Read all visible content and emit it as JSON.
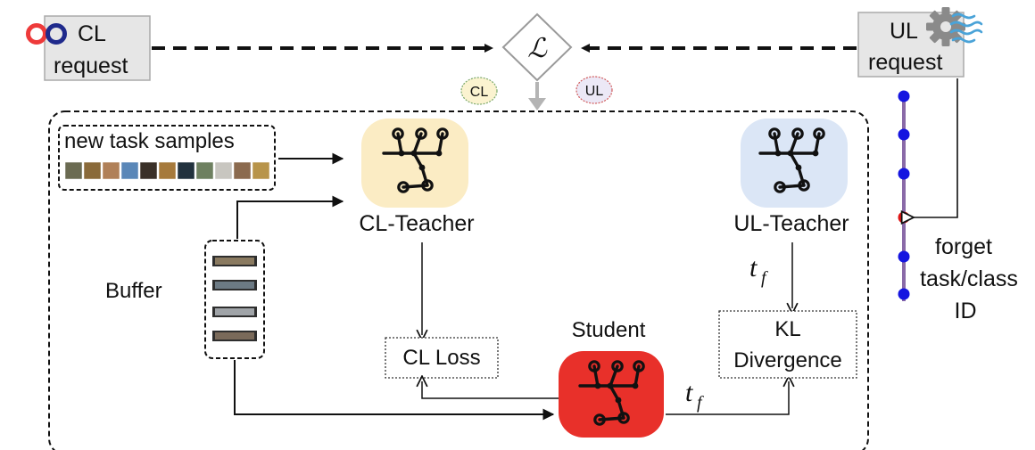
{
  "diagram": {
    "cl_request": {
      "line1": "CL",
      "line2": "request"
    },
    "ul_request": {
      "line1": "UL",
      "line2": "request"
    },
    "loss_symbol": "ℒ",
    "cl_badge": "CL",
    "ul_badge": "UL",
    "new_task_samples": "new task samples",
    "cl_teacher": "CL-Teacher",
    "ul_teacher": "UL-Teacher",
    "buffer": "Buffer",
    "student": "Student",
    "cl_loss": "CL Loss",
    "kl": {
      "line1": "KL",
      "line2": "Divergence"
    },
    "tf_symbol": "t",
    "tf_subscript": "f",
    "forget": {
      "line1": "forget",
      "line2": "task/class",
      "line3": "ID"
    }
  },
  "colors": {
    "cl_teacher_fill": "#fbecc4",
    "ul_teacher_fill": "#dbe6f6",
    "student_fill": "#e8302a",
    "request_fill": "#e6e6e6",
    "cl_badge_fill": "#fbf3d0",
    "ul_badge_fill": "#ece8f6",
    "timeline_dot": "#1515e0",
    "timeline_active_dot": "#e01515",
    "infinity_red": "#ee3a3a",
    "infinity_blue": "#1f2a8c"
  },
  "icons": {
    "network": "network-graph-icon",
    "infinity": "infinity-icon",
    "gear": "gear-icon",
    "waves": "wave-icon"
  }
}
